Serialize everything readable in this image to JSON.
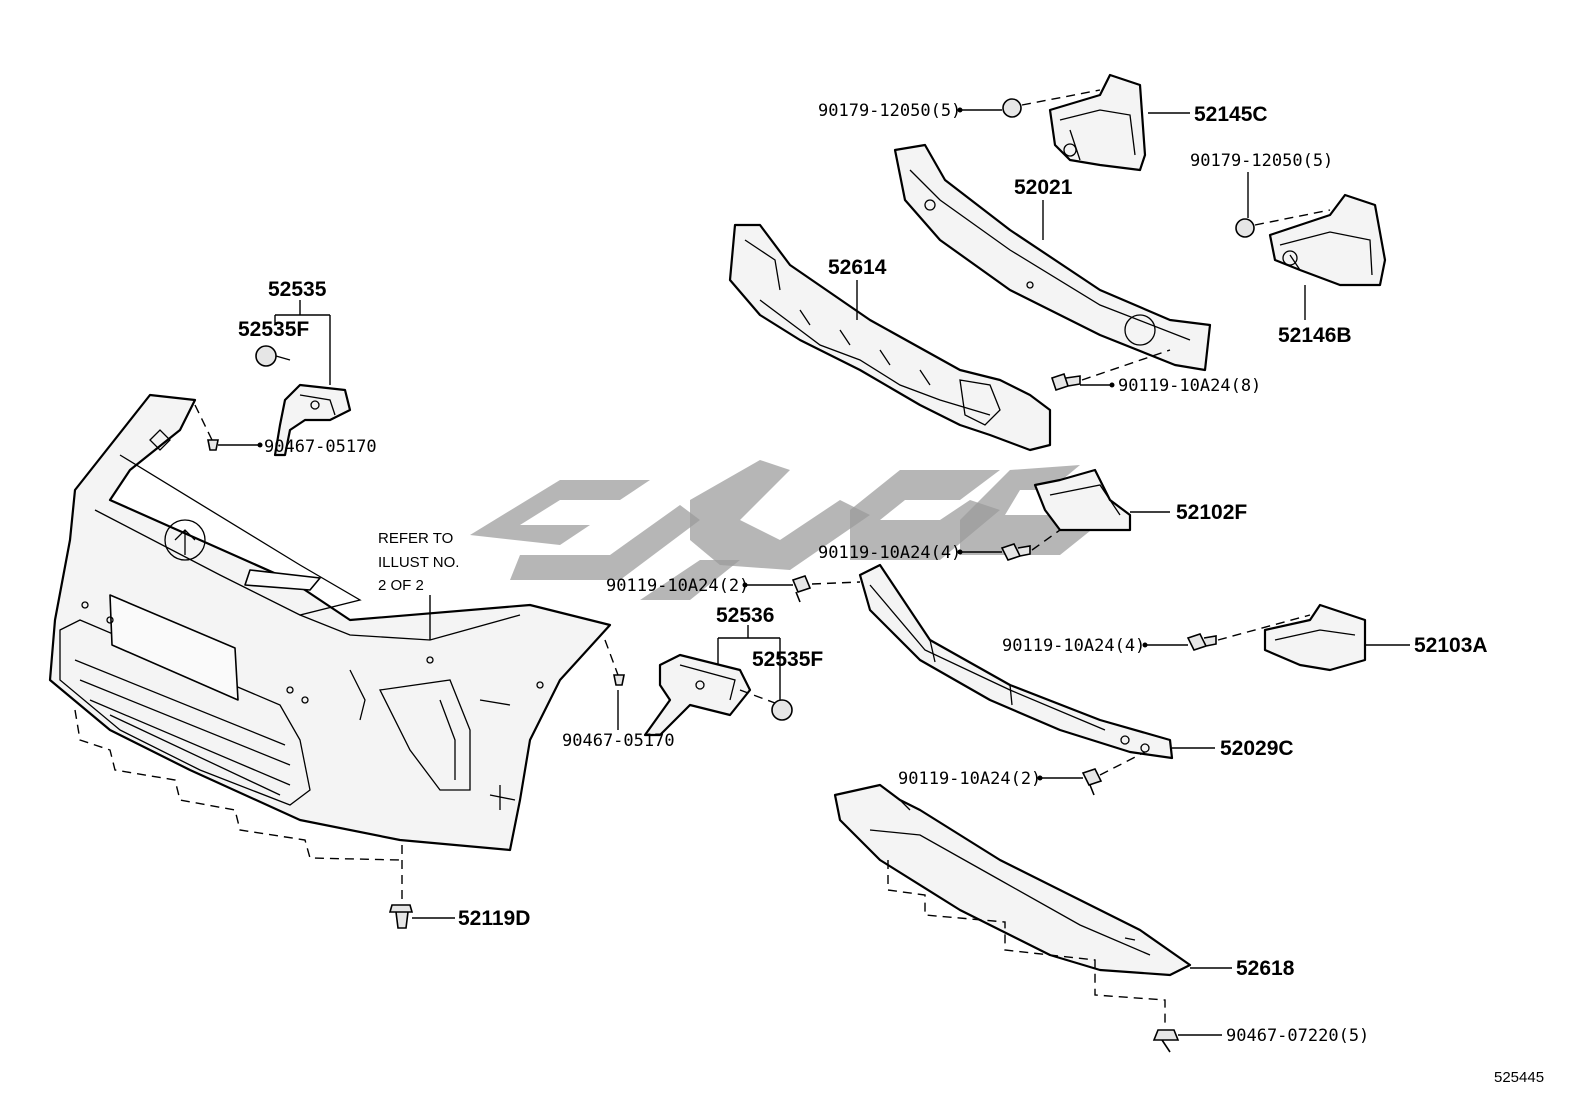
{
  "labels": {
    "p52145C": "52145C",
    "p90179_top": "90179-12050(5)",
    "p90179_right": "90179-12050(5)",
    "p52021": "52021",
    "p52614": "52614",
    "p52146B": "52146B",
    "p90119_8": "90119-10A24(8)",
    "p52535": "52535",
    "p52535F_left": "52535F",
    "p90467_05170_left": "90467-05170",
    "p52102F": "52102F",
    "p90119_4_upper": "90119-10A24(4)",
    "p90119_2_upper": "90119-10A24(2)",
    "p52536": "52536",
    "p52535F_right": "52535F",
    "p90467_05170_right": "90467-05170",
    "p90119_4_lower": "90119-10A24(4)",
    "p52103A": "52103A",
    "p52029C": "52029C",
    "p90119_2_lower": "90119-10A24(2)",
    "p52119D": "52119D",
    "p52618": "52618",
    "p90467_07220": "90467-07220(5)"
  },
  "note": {
    "line1": "REFER TO",
    "line2": "ILLUST NO.",
    "line3": "2 OF 2"
  },
  "illustration_no": "525445",
  "watermark_color": "#9a9a9a"
}
